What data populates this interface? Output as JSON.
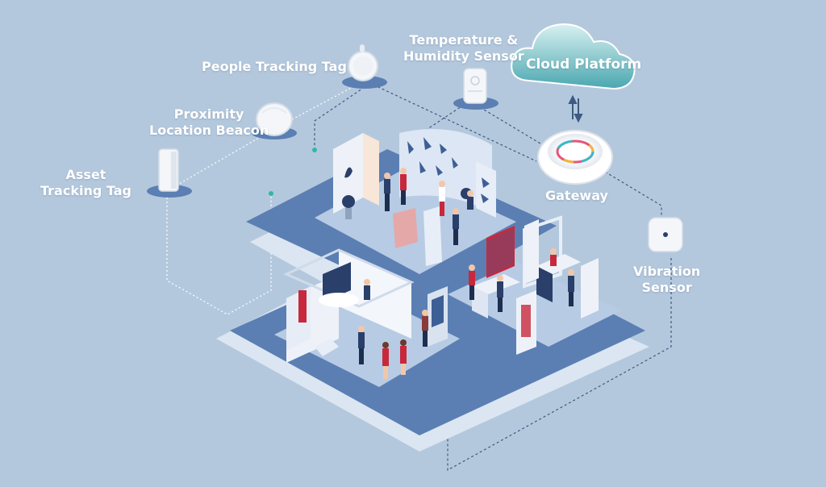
{
  "labels": {
    "people_tag": "People Tracking Tag",
    "temp_sensor_line1": "Temperature &",
    "temp_sensor_line2": "Humidity Sensor",
    "cloud": "Cloud Platform",
    "proximity_line1": "Proximity",
    "proximity_line2": "Location Beacon",
    "asset_line1": "Asset",
    "asset_line2": "Tracking Tag",
    "gateway": "Gateway",
    "vibration_line1": "Vibration",
    "vibration_line2": "Sensor"
  },
  "colors": {
    "background": "#b4c8dd",
    "floor_dark": "#5b7fb3",
    "floor_light": "#d6e2ef",
    "booth_white": "#eef2f8",
    "accent_red": "#c8283c",
    "navy": "#2a3f6a",
    "cloud_teal": "#5fb8bf",
    "device_white": "#f4f6f9",
    "connector": "#3d5a80"
  },
  "icons": [
    "cloud-icon",
    "sync-arrows-icon",
    "gateway-icon",
    "vibration-sensor-icon",
    "temperature-sensor-icon",
    "people-tag-icon",
    "beacon-icon",
    "asset-tag-icon"
  ]
}
